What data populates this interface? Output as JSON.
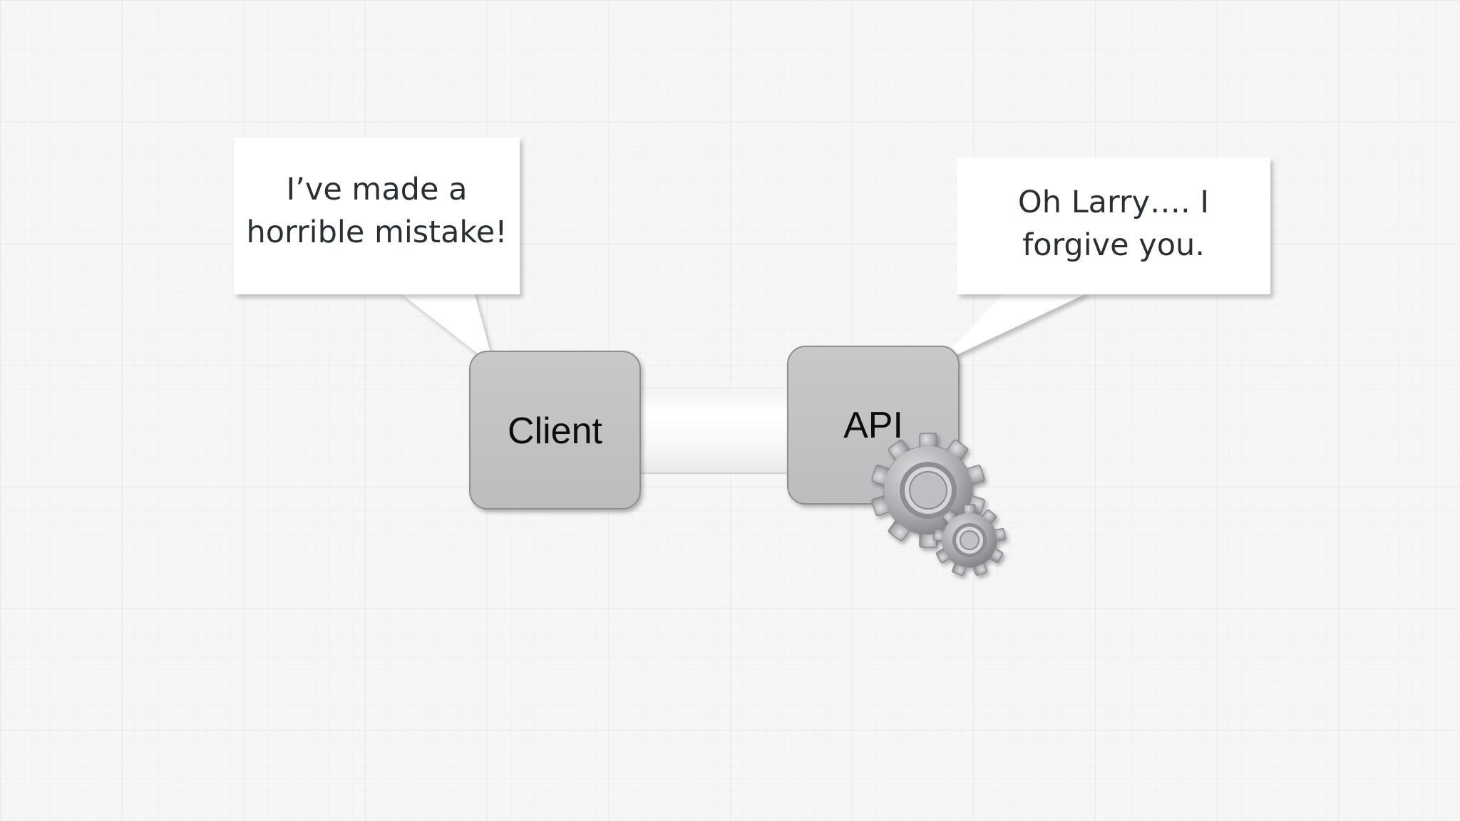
{
  "diagram": {
    "nodes": {
      "client": {
        "label": "Client"
      },
      "api": {
        "label": "API"
      }
    },
    "bubbles": {
      "client_speech": {
        "text": "I’ve made a\nhorrible mistake!"
      },
      "api_speech": {
        "text": "Oh Larry…. I\nforgive you."
      }
    },
    "icons": {
      "api_icon": "gears-icon"
    }
  },
  "colors": {
    "background": "#f6f6f7",
    "node_fill": "#bdbdbf",
    "node_border": "#8e8e91",
    "bubble_fill": "#ffffff",
    "bubble_text": "#2a2f33",
    "gear_fill": "#a9a9ad"
  }
}
